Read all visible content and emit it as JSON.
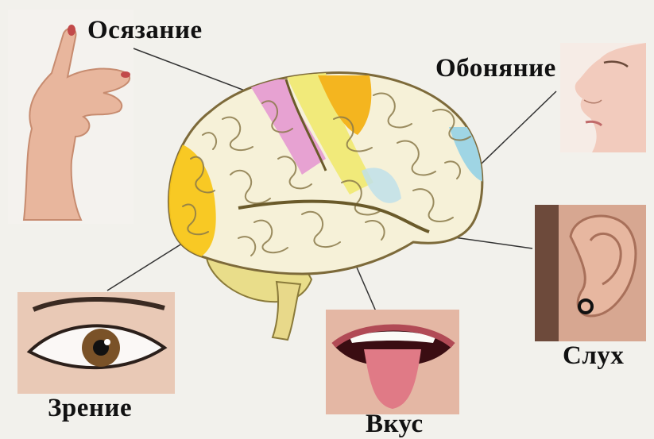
{
  "labels": {
    "touch": "Осязание",
    "smell": "Обоняние",
    "hearing": "Слух",
    "sight": "Зрение",
    "taste": "Вкус"
  },
  "colors": {
    "background": "#f2f1ec",
    "brain_base": "#f6f1d8",
    "touch_area": "#e7a2d2",
    "motor_area": "#f1ea7a",
    "taste_area": "#f4b51f",
    "smell_area": "#9fd5e4",
    "visual_area": "#f8c61a",
    "line": "#333333"
  }
}
